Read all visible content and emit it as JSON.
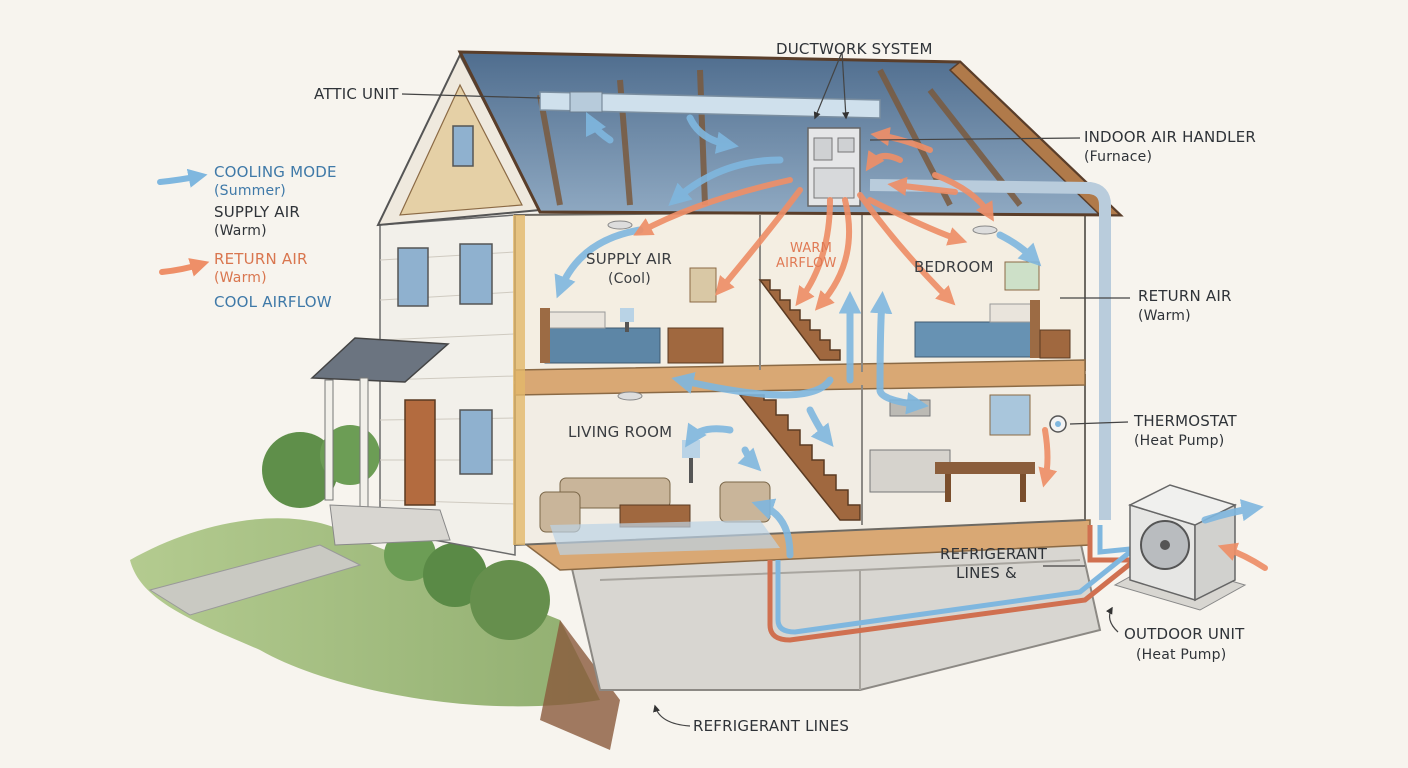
{
  "colors": {
    "cool_airflow": "#7fb7df",
    "warm_airflow": "#ee8f68",
    "label_text": "#2f3338",
    "legend_blue": "#3f79a8",
    "legend_orange": "#d9764f",
    "background": "#f7f4ee"
  },
  "legend": {
    "cooling_mode": "COOLING MODE",
    "summer": "(Summer)",
    "supply_air": "SUPPLY AIR",
    "supply_warm": "(Warm)",
    "return_air": "RETURN AIR",
    "return_warm": "(Warm)",
    "cool_airflow": "COOL AIRFLOW"
  },
  "callouts": {
    "ductwork": "DUCTWORK SYSTEM",
    "attic_unit": "ATTIC UNIT",
    "air_handler": "INDOOR AIR HANDLER",
    "air_handler_sub": "(Furnace)",
    "return_air": "RETURN AIR",
    "return_air_sub": "(Warm)",
    "thermostat": "THERMOSTAT",
    "thermostat_sub": "(Heat Pump)",
    "refrigerant_lines_right": "REFRIGERANT",
    "refrigerant_lines_right_2": "LINES &",
    "outdoor_unit": "OUTDOOR UNIT",
    "outdoor_unit_sub": "(Heat Pump)",
    "refrigerant_lines_bottom": "REFRIGERANT LINES"
  },
  "rooms": {
    "supply_air": "SUPPLY AIR",
    "supply_air_sub": "(Cool)",
    "warm_airflow": "WARM",
    "warm_airflow_2": "AIRFLOW",
    "bedroom": "BEDROOM",
    "living_room": "LIVING ROOM"
  },
  "icons": [
    "cool-arrow-icon",
    "warm-arrow-icon",
    "fan-icon",
    "thermostat-icon",
    "door-icon",
    "window-icon",
    "bed-icon",
    "sofa-icon",
    "lamp-icon"
  ]
}
